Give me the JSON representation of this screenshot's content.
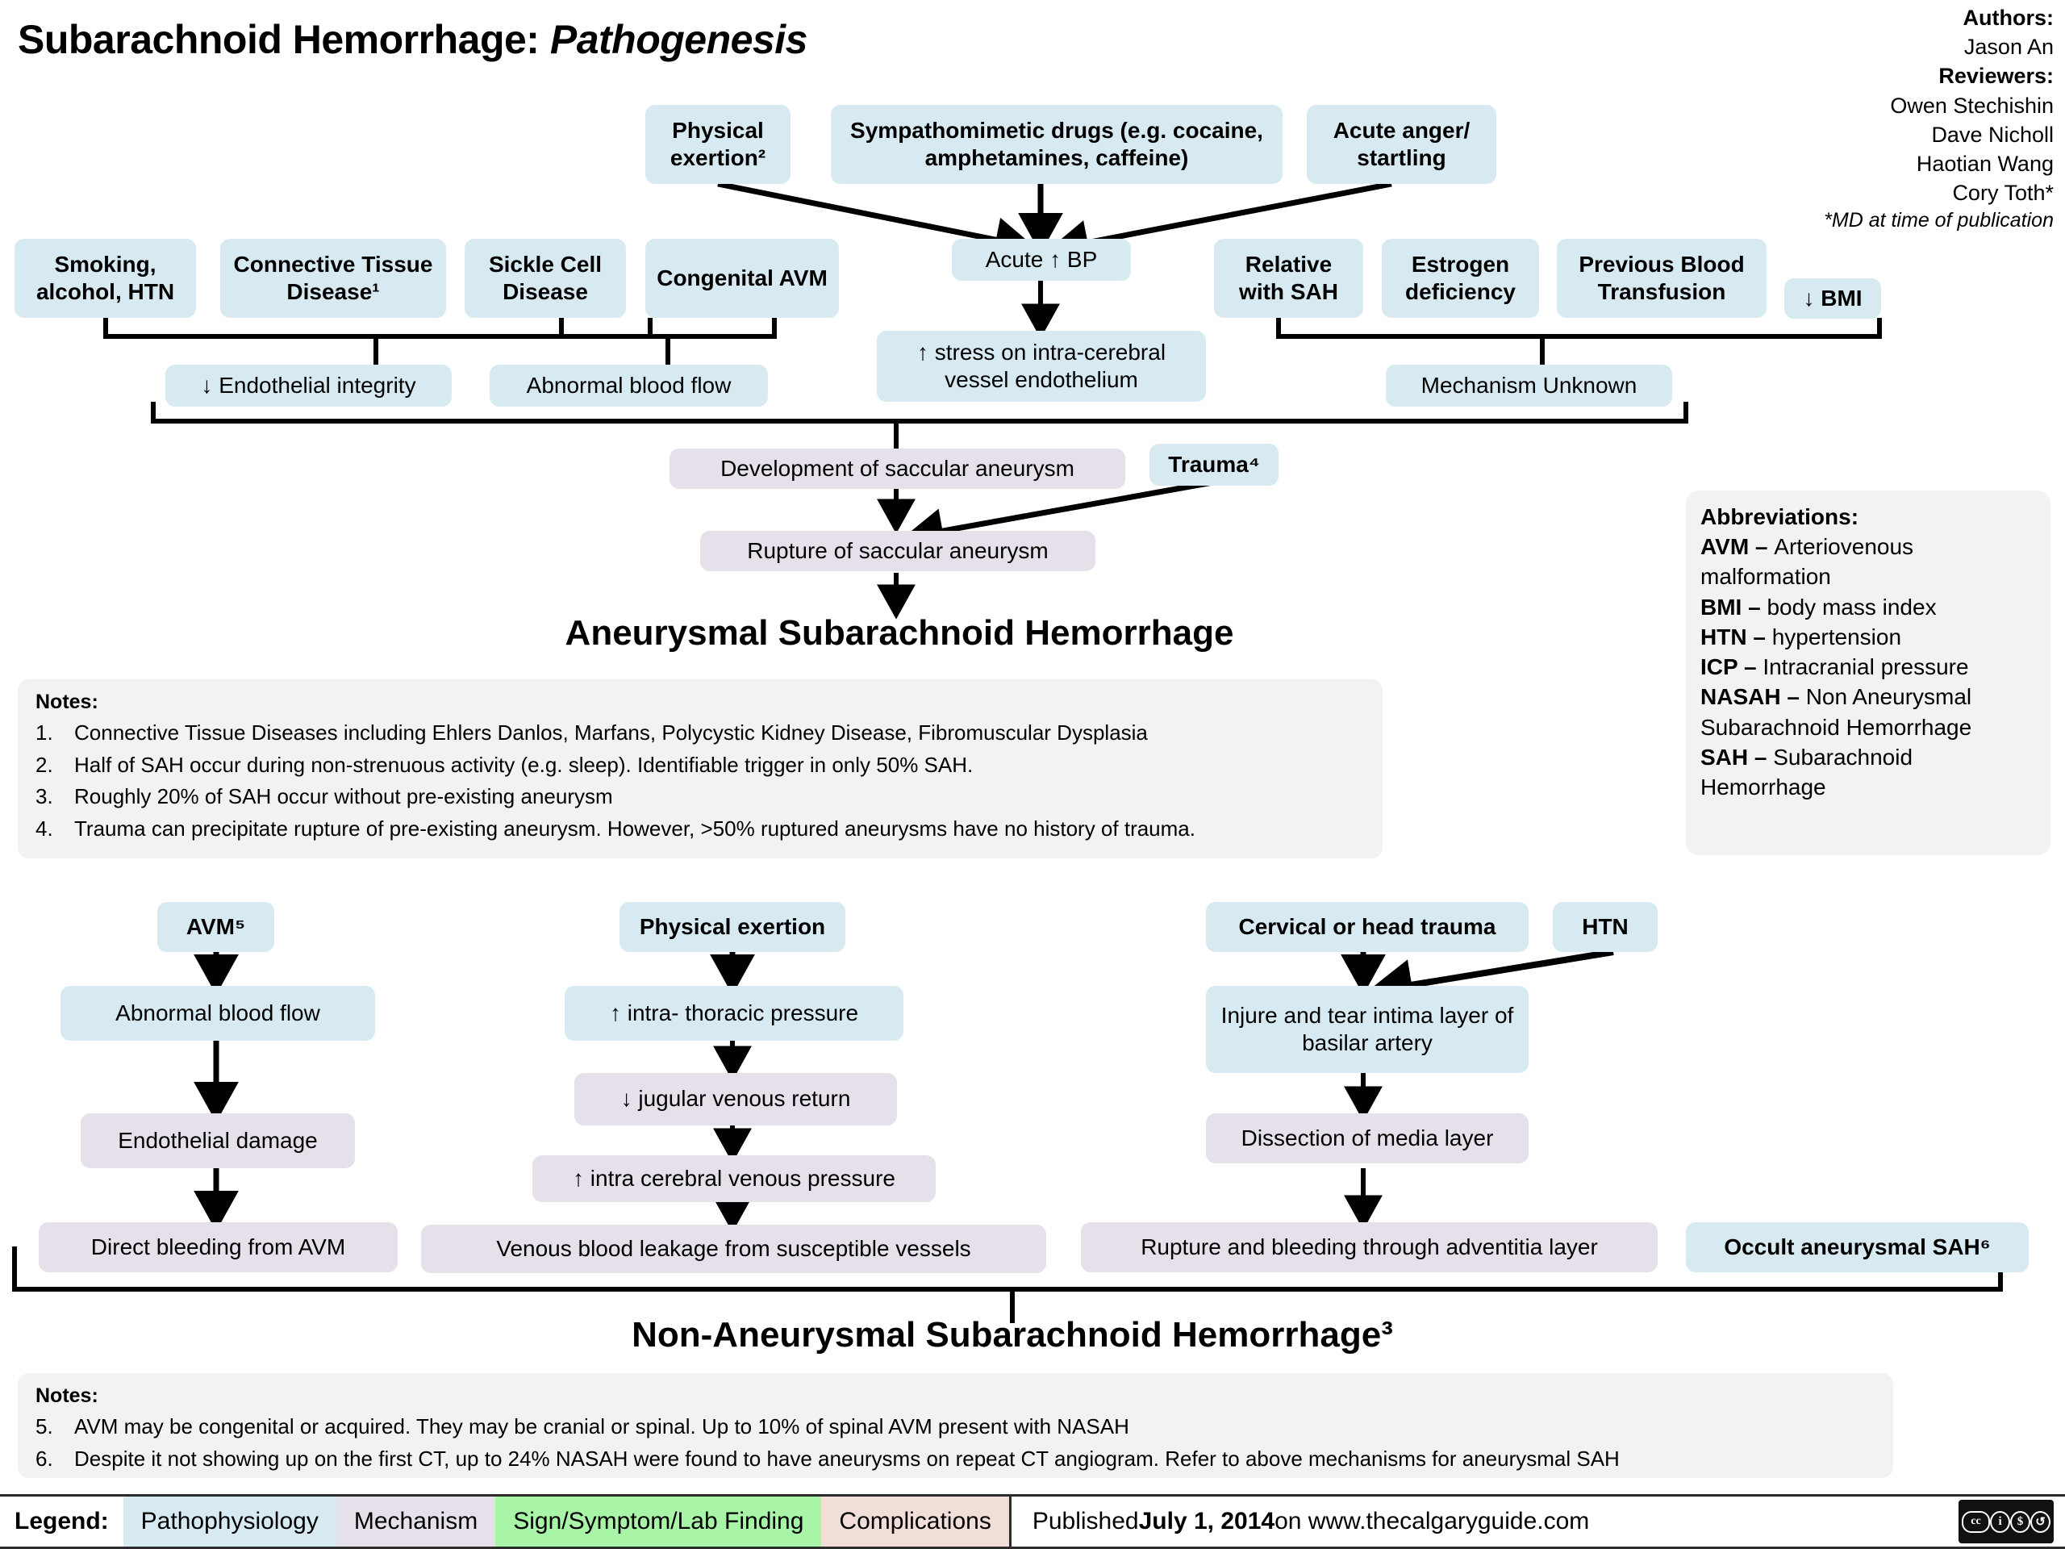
{
  "header": {
    "title_main": "Subarachnoid Hemorrhage: ",
    "title_italic": "Pathogenesis",
    "authors_label": "Authors:",
    "author": "Jason An",
    "reviewers_label": "Reviewers:",
    "reviewers": [
      "Owen Stechishin",
      "Dave Nicholl",
      "Haotian Wang",
      "Cory Toth*"
    ],
    "md_note": "*MD at time of publication"
  },
  "upper": {
    "triggers": [
      "Physical exertion²",
      "Sympathomimetic drugs (e.g. cocaine, amphetamines, caffeine)",
      "Acute anger/ startling"
    ],
    "acute_bp": "Acute ↑ BP",
    "stress": "↑ stress on intra-cerebral vessel endothelium",
    "risk_left": [
      "Smoking, alcohol, HTN",
      "Connective Tissue Disease¹",
      "Sickle Cell Disease",
      "Congenital AVM"
    ],
    "risk_right": [
      "Relative with SAH",
      "Estrogen deficiency",
      "Previous Blood Transfusion",
      "↓ BMI"
    ],
    "endothelial_integrity": "↓ Endothelial integrity",
    "abnormal_blood_flow": "Abnormal blood flow",
    "mechanism_unknown": "Mechanism Unknown",
    "development": "Development of saccular aneurysm",
    "trauma": "Trauma⁴",
    "rupture": "Rupture of saccular aneurysm",
    "outcome": "Aneurysmal Subarachnoid Hemorrhage"
  },
  "notes_top": {
    "heading": "Notes:",
    "items": [
      {
        "n": "1.",
        "text": "Connective Tissue Diseases including Ehlers Danlos, Marfans, Polycystic Kidney Disease, Fibromuscular Dysplasia"
      },
      {
        "n": "2.",
        "text": "Half of SAH occur during non-strenuous activity (e.g. sleep). Identifiable trigger in only 50% SAH."
      },
      {
        "n": "3.",
        "text": "Roughly 20% of SAH occur without pre-existing aneurysm"
      },
      {
        "n": "4.",
        "text": "Trauma can precipitate rupture of pre-existing aneurysm. However, >50% ruptured aneurysms have no history of trauma."
      }
    ]
  },
  "abbreviations": {
    "heading": "Abbreviations:",
    "items": [
      {
        "abbr": "AVM – ",
        "full": "Arteriovenous malformation"
      },
      {
        "abbr": "BMI – ",
        "full": "body mass index"
      },
      {
        "abbr": "HTN – ",
        "full": "hypertension"
      },
      {
        "abbr": "ICP – ",
        "full": "Intracranial pressure"
      },
      {
        "abbr": "NASAH – ",
        "full": "Non Aneurysmal Subarachnoid Hemorrhage"
      },
      {
        "abbr": "SAH – ",
        "full": "Subarachnoid Hemorrhage"
      }
    ]
  },
  "lower": {
    "avm_col": {
      "head": "AVM⁵",
      "step1": "Abnormal blood flow",
      "step2": "Endothelial damage",
      "outcome": "Direct bleeding from AVM"
    },
    "exertion_col": {
      "head": "Physical exertion",
      "step1": "↑ intra- thoracic pressure",
      "step2": "↓ jugular venous return",
      "step3": "↑ intra cerebral venous pressure",
      "outcome": "Venous blood leakage from susceptible vessels"
    },
    "trauma_col": {
      "head": "Cervical or head trauma",
      "head2": "HTN",
      "step1": "Injure and tear intima layer of basilar artery",
      "step2": "Dissection of media layer",
      "outcome": "Rupture and bleeding through adventitia layer"
    },
    "occult": "Occult aneurysmal SAH⁶",
    "outcome": "Non-Aneurysmal Subarachnoid Hemorrhage³"
  },
  "notes_bottom": {
    "heading": "Notes:",
    "items": [
      {
        "n": "5.",
        "text": "AVM may be congenital or acquired. They may be cranial or spinal. Up to 10% of spinal AVM present with NASAH"
      },
      {
        "n": "6.",
        "text": "Despite it not showing up on the first CT, up to 24% NASAH were found to have aneurysms on repeat CT angiogram. Refer to above mechanisms for aneurysmal SAH"
      }
    ]
  },
  "legend": {
    "label": "Legend:",
    "chips": [
      {
        "text": "Pathophysiology",
        "color": "#d8eaf1"
      },
      {
        "text": "Mechanism",
        "color": "#e5e0ea"
      },
      {
        "text": "Sign/Symptom/Lab Finding",
        "color": "#a8f5a8"
      },
      {
        "text": "Complications",
        "color": "#f2ded9"
      }
    ],
    "published_prefix": "Published ",
    "published_date": "July 1, 2014",
    "published_suffix": " on www.thecalgaryguide.com",
    "cc_marks": [
      "cc",
      "i",
      "$",
      "↺"
    ]
  }
}
